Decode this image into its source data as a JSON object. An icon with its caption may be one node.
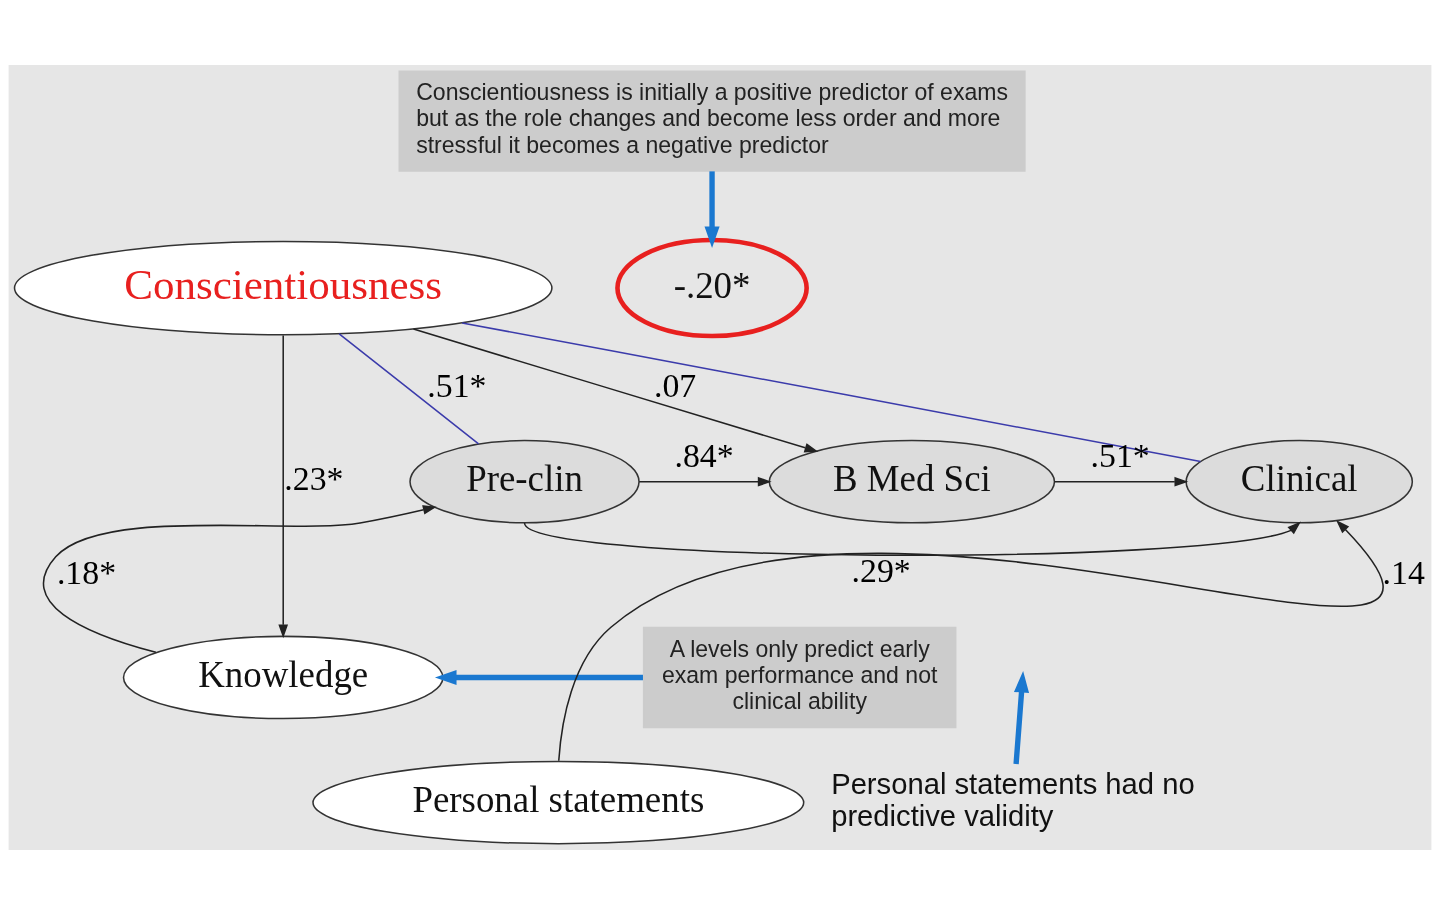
{
  "diagram": {
    "nodes": [
      {
        "text": [
          "Conscientiousness is initially a positive predictor of exams but as the role changes and become less order and more stressful it becomes a negative predictor"
        ]
      },
      {
        "text": [
          "Conscientiousness"
        ]
      },
      {
        "text": [
          "-.20*"
        ]
      },
      {
        "text": [
          "Pre-clin"
        ]
      },
      {
        "text": [
          "B Med Sci"
        ]
      },
      {
        "text": [
          "Clinical"
        ]
      },
      {
        "text": [
          "A levels only predict early exam performance and not clinical ability"
        ]
      },
      {
        "text": [
          "Knowledge"
        ]
      },
      {
        "text": [
          "Personal statements"
        ]
      },
      {
        "text": [
          "Personal statements had no predictive validity"
        ]
      }
    ],
    "edges": [
      {
        "from": 1,
        "to": 7,
        "arrow": "to",
        "label": ".23*"
      },
      {
        "from": 1,
        "to": 3,
        "arrow": "none",
        "label": ".51*",
        "color": "#3b3bab"
      },
      {
        "from": 1,
        "to": 4,
        "arrow": "to",
        "label": ".07"
      },
      {
        "from": 1,
        "to": 5,
        "arrow": "none",
        "color": "#3b3bab"
      },
      {
        "from": 7,
        "to": 3,
        "arrow": "to",
        "label": ".18*"
      },
      {
        "from": 3,
        "to": 4,
        "arrow": "to",
        "label": ".84*"
      },
      {
        "from": 4,
        "to": 5,
        "arrow": "to",
        "label": ".51*"
      },
      {
        "from": 3,
        "to": 5,
        "arrow": "to",
        "label": ".29*"
      },
      {
        "from": 8,
        "to": 5,
        "arrow": "to",
        "label": ".14"
      },
      {
        "from": 0,
        "to": 2,
        "arrow": "to",
        "style": "thick",
        "color": "#1a78d0"
      },
      {
        "from": 6,
        "to": 7,
        "arrow": "to",
        "style": "thick",
        "color": "#1a78d0"
      },
      {
        "from": 9,
        "to": null,
        "arrow": "to",
        "style": "thick",
        "color": "#1a78d0"
      }
    ]
  }
}
